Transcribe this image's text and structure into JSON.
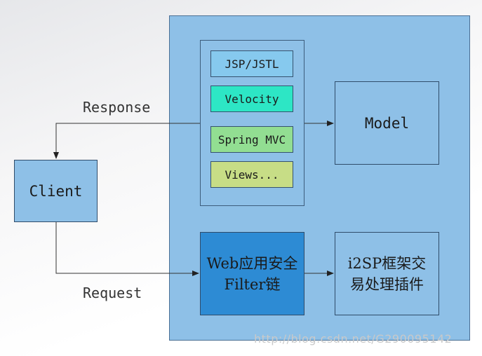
{
  "diagram": {
    "views": [
      "JSP/JSTL",
      "Velocity",
      "Spring MVC",
      "Views..."
    ],
    "view_colors": [
      "#86c9ee",
      "#2de6c5",
      "#92de92",
      "#c7dd86"
    ],
    "model_label": "Model",
    "client_label": "Client",
    "filter_label_line1": "Web应用安全",
    "filter_label_line2": "Filter链",
    "plugin_label_line1": "i2SP框架交",
    "plugin_label_line2": "易处理插件",
    "response_label": "Response",
    "request_label": "Request",
    "watermark": "http://blog.csdn.net/G290095142"
  }
}
